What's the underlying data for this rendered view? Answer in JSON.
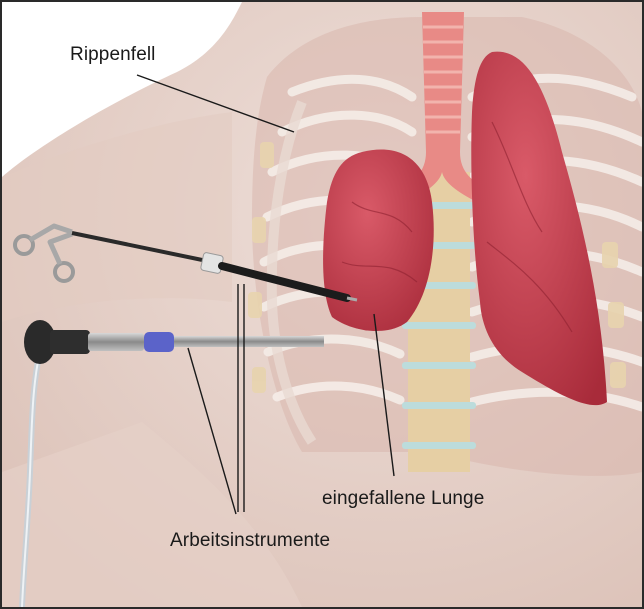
{
  "labels": {
    "pleura": "Rippenfell",
    "collapsed_lung": "eingefallene Lunge",
    "instruments": "Arbeitsinstrumente"
  },
  "colors": {
    "skin": "#ead7cf",
    "lung": "#c9404f",
    "bone": "#e8d4ae",
    "trachea": "#e88a86",
    "frame": "#2a2a2a",
    "scope_band": "#5b63c9"
  },
  "icons": [
    "grasper-instrument",
    "endoscope-instrument"
  ]
}
